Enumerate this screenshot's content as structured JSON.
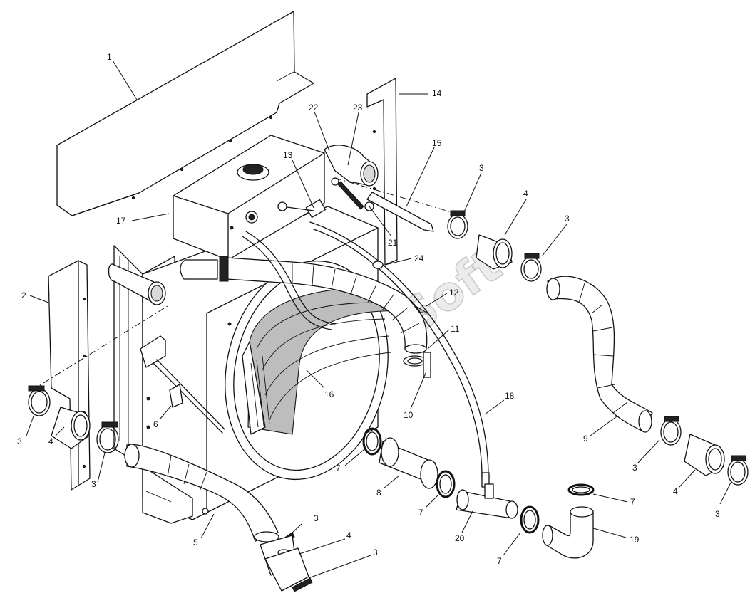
{
  "watermark": "Soft",
  "callouts": [
    {
      "n": "1"
    },
    {
      "n": "2"
    },
    {
      "n": "3"
    },
    {
      "n": "4"
    },
    {
      "n": "3"
    },
    {
      "n": "5"
    },
    {
      "n": "6"
    },
    {
      "n": "7"
    },
    {
      "n": "8"
    },
    {
      "n": "7"
    },
    {
      "n": "20"
    },
    {
      "n": "7"
    },
    {
      "n": "7"
    },
    {
      "n": "19"
    },
    {
      "n": "18"
    },
    {
      "n": "10"
    },
    {
      "n": "11"
    },
    {
      "n": "12"
    },
    {
      "n": "16"
    },
    {
      "n": "24"
    },
    {
      "n": "21"
    },
    {
      "n": "13"
    },
    {
      "n": "17"
    },
    {
      "n": "22"
    },
    {
      "n": "23"
    },
    {
      "n": "14"
    },
    {
      "n": "15"
    },
    {
      "n": "3"
    },
    {
      "n": "4"
    },
    {
      "n": "3"
    },
    {
      "n": "9"
    },
    {
      "n": "3"
    },
    {
      "n": "4"
    },
    {
      "n": "3"
    },
    {
      "n": "3"
    },
    {
      "n": "4"
    },
    {
      "n": "3"
    }
  ]
}
